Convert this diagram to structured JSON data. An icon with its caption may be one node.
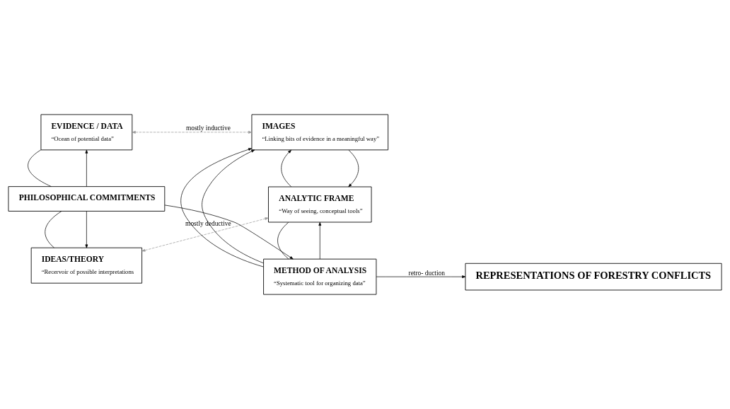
{
  "diagram": {
    "nodes": [
      {
        "text": [
          "IDEAS/THEORY",
          "“Recervoir of possible interpretations"
        ]
      },
      {
        "text": [
          "ANALYTIC FRAME",
          "“Way of seeing, conceptual tools”"
        ]
      },
      {
        "text": [
          "PHILOSOPHICAL COMMITMENTS"
        ]
      },
      {
        "text": [
          "METHOD OF ANALYSIS",
          "“Systematic tool for organizing data”"
        ]
      },
      {
        "text": [
          "REPRESENTATIONS OF FORESTRY CONFLICTS"
        ]
      },
      {
        "text": [
          "IMAGES",
          "“Linking bits of evidence in a meaningful way”"
        ]
      },
      {
        "text": [
          "EVIDENCE / DATA",
          "“Ocean of potential data”"
        ]
      }
    ],
    "edges": [
      {
        "from": 0,
        "to": 1,
        "arrow": "both",
        "label": "mostly deductive",
        "style": "dashed",
        "color": "#999999"
      },
      {
        "from": 2,
        "to": 0,
        "arrow": "to"
      },
      {
        "from": 0,
        "to": 2,
        "arrow": "none"
      },
      {
        "from": 5,
        "to": 1,
        "arrow": "to"
      },
      {
        "from": 1,
        "to": 5,
        "arrow": "to"
      },
      {
        "from": 3,
        "to": 1,
        "arrow": "to"
      },
      {
        "from": 3,
        "to": 1,
        "arrow": "none"
      },
      {
        "from": 2,
        "to": 3,
        "arrow": "to"
      },
      {
        "from": 3,
        "to": 4,
        "arrow": "to",
        "label": "retro- duction"
      },
      {
        "from": 2,
        "to": 6,
        "arrow": "to"
      },
      {
        "from": 6,
        "to": 2,
        "arrow": "none"
      },
      {
        "from": 3,
        "to": 5,
        "arrow": "to"
      },
      {
        "from": 3,
        "to": 5,
        "arrow": "to"
      },
      {
        "from": 6,
        "to": 5,
        "arrow": "both",
        "label": "mostly inductive",
        "style": "dashed",
        "color": "#999999"
      }
    ]
  }
}
